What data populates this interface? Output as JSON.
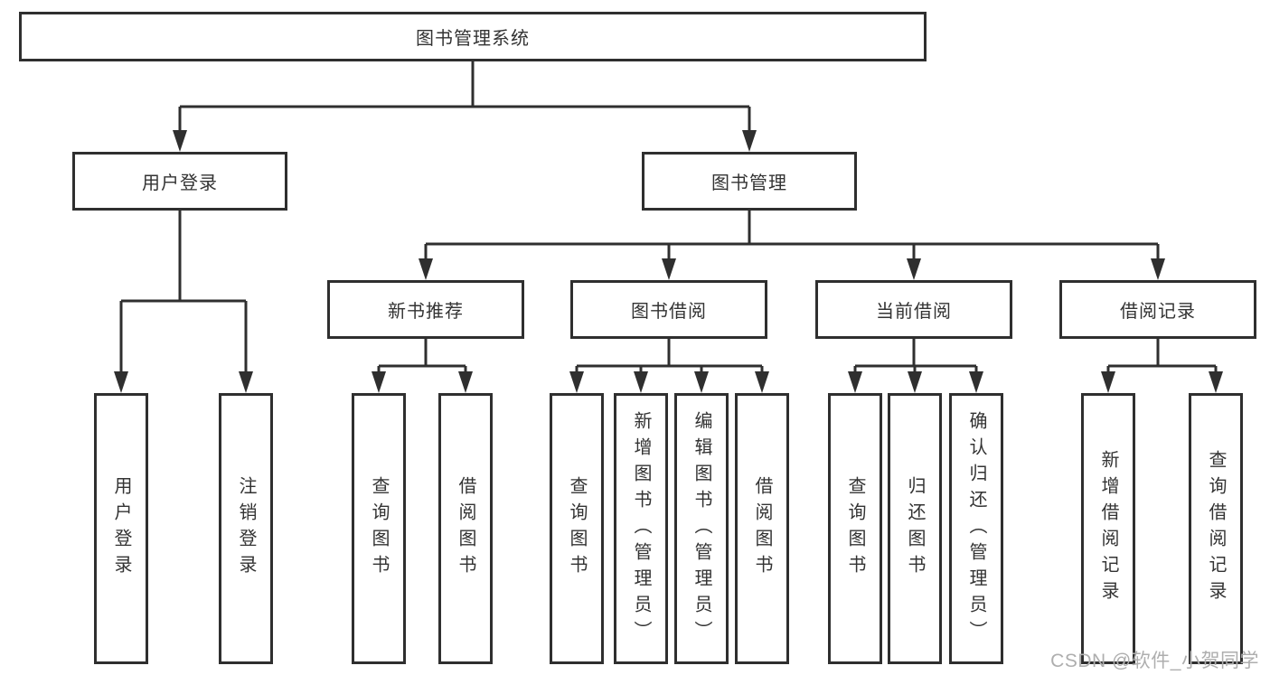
{
  "diagram": {
    "root": "图书管理系统",
    "l2": [
      {
        "label": "用户登录"
      },
      {
        "label": "图书管理"
      }
    ],
    "l3": [
      {
        "label": "新书推荐"
      },
      {
        "label": "图书借阅"
      },
      {
        "label": "当前借阅"
      },
      {
        "label": "借阅记录"
      }
    ],
    "leaves": [
      {
        "label": "用户登录"
      },
      {
        "label": "注销登录"
      },
      {
        "label": "查询图书"
      },
      {
        "label": "借阅图书"
      },
      {
        "label": "查询图书"
      },
      {
        "label": "新增图书（管理员）"
      },
      {
        "label": "编辑图书（管理员）"
      },
      {
        "label": "借阅图书"
      },
      {
        "label": "查询图书"
      },
      {
        "label": "归还图书"
      },
      {
        "label": "确认归还（管理员）"
      },
      {
        "label": "新增借阅记录"
      },
      {
        "label": "查询借阅记录"
      }
    ]
  },
  "watermark": "CSDN @软件_小贺同学",
  "colors": {
    "line": "#2f2f2f",
    "text": "#333333",
    "background": "#ffffff",
    "watermark": "#aeaeae"
  }
}
